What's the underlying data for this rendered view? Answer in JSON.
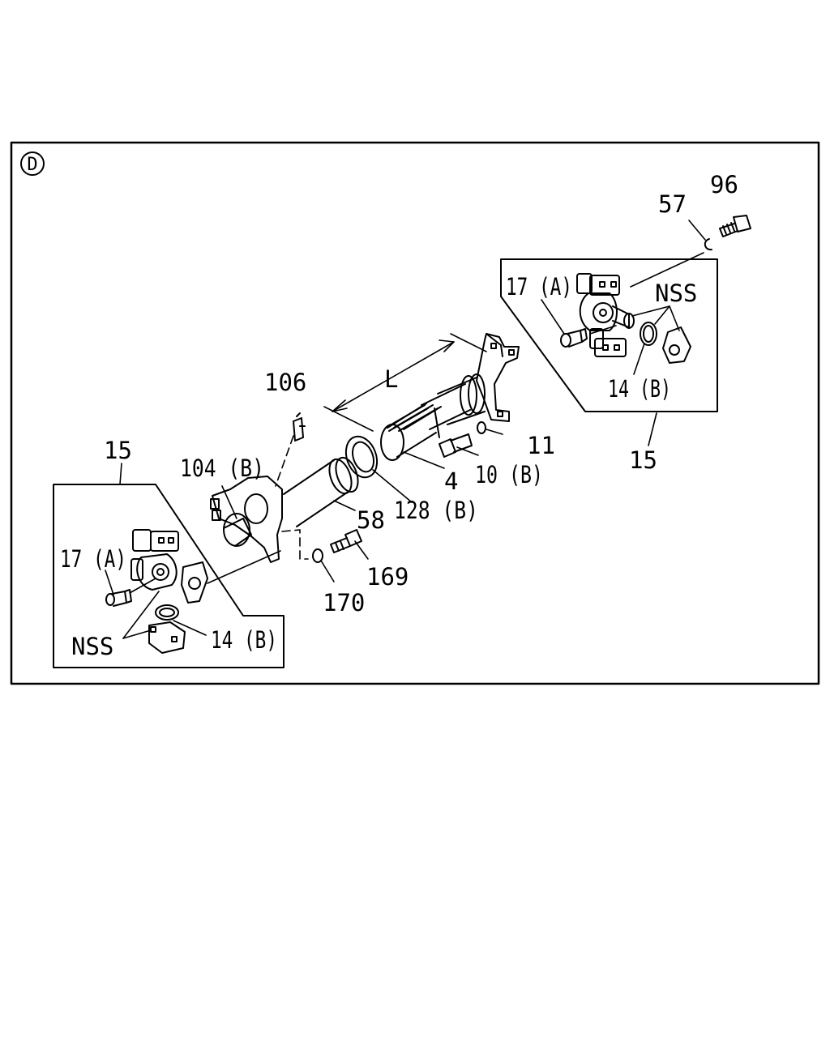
{
  "frame": {
    "section": "D"
  },
  "labels": {
    "p96": "96",
    "p57": "57",
    "p17a_right": "17 (A)",
    "nss_right": "NSS",
    "p14b_right": "14 (B)",
    "p15_right": "15",
    "p106": "106",
    "dim_L": "L",
    "p11": "11",
    "p10b": "10 (B)",
    "p4": "4",
    "p128b": "128 (B)",
    "p104b": "104 (B)",
    "p58": "58",
    "p15_left": "15",
    "p17a_left": "17 (A)",
    "p169": "169",
    "p170": "170",
    "nss_left": "NSS",
    "p14b_left": "14 (B)"
  }
}
